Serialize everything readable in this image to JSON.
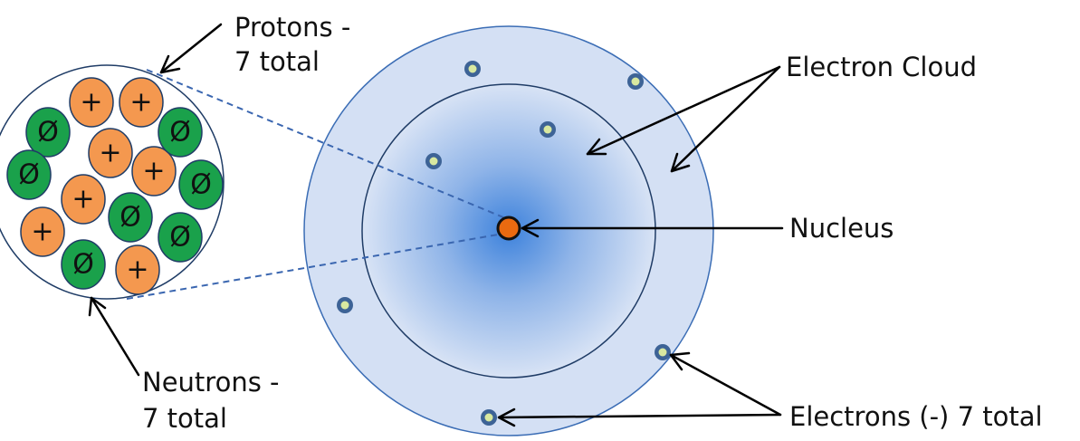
{
  "labels": {
    "protons_line1": "Protons -",
    "protons_line2": "7 total",
    "neutrons_line1": "Neutrons -",
    "neutrons_line2": "7 total",
    "electron_cloud": "Electron Cloud",
    "nucleus": "Nucleus",
    "electrons": "Electrons (-) 7 total"
  },
  "particles": {
    "proton_sign": "+",
    "neutron_sign": "Ø"
  },
  "colors": {
    "proton": "#f4984f",
    "neutron": "#1aa14b",
    "cloud_outer": "#d4e0f4",
    "cloud_edge": "#3b6db5",
    "cloud_center": "#3d82dc",
    "electron_ring": "#3d6396",
    "electron_core": "#d8e8a0",
    "nucleus": "#ea6a10",
    "connector": "#3a66b0"
  }
}
